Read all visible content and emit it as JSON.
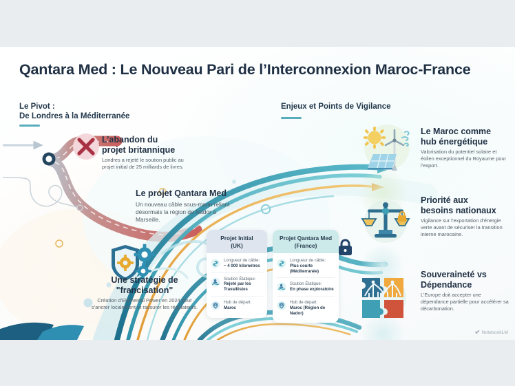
{
  "title": "Qantara Med : Le Nouveau Pari de l’Interconnexion Maroc-France",
  "sections": {
    "left": {
      "line1": "Le Pivot :",
      "line2": "De Londres à la Méditerranée"
    },
    "right": {
      "line1": "Enjeux et Points de Vigilance"
    }
  },
  "left_blocks": [
    {
      "id": "abandon",
      "icon": "x-cross-icon",
      "title_line1": "L’abandon du",
      "title_line2": "projet britannique",
      "body": "Londres a rejeté le soution public au projet initial de 25 milliards de livres."
    },
    {
      "id": "qantara",
      "title_line1": "Le projet Qantara Med",
      "body": "Un nouveau câble sous-marin reliant désormais la région de Nador à Marseille."
    },
    {
      "id": "francisation",
      "icon": "shield-gears-icon",
      "title_line1": "Une stratégie de",
      "title_line2": "\"francisation\"",
      "body": "Création d’Elemental Power en 2024 pour s’ancrer localement et rassurer les régulateurs."
    }
  ],
  "comparison": [
    {
      "id": "uk",
      "head_line1": "Projet Initial",
      "head_line2": "(UK)",
      "rows": [
        {
          "icon": "link-icon",
          "label": "Longueur de câble:",
          "value": "~ 4 000 kilomètres"
        },
        {
          "icon": "hand-support-icon",
          "label": "Soution Étatique:",
          "value": "Rejeté par les Travaillistes"
        },
        {
          "icon": "pin-icon",
          "label": "Hub de départ:",
          "value": "Maroc"
        }
      ]
    },
    {
      "id": "fr",
      "head_line1": "Projet Qantara Med",
      "head_line2": "(France)",
      "rows": [
        {
          "icon": "link-icon",
          "label": "Longueur de câble:",
          "value": "Plus courte (Méditerranée)"
        },
        {
          "icon": "hand-support-icon",
          "label": "Soution Étatique:",
          "value": "En phase exploratoire"
        },
        {
          "icon": "pin-icon",
          "label": "Hub de départ:",
          "value": "Maroc (Région de Nador)"
        }
      ]
    }
  ],
  "right_blocks": [
    {
      "id": "hub",
      "icon": "solar-wind-energy-icon",
      "title_line1": "Le Maroc comme",
      "title_line2": "hub énergétique",
      "body": "Valorisation du potentiel solaire et éolien exceptionnel du Royaume pour l’export."
    },
    {
      "id": "besoins",
      "icon": "balance-scale-icon",
      "title_line1": "Priorité aux",
      "title_line2": "besoins nationaux",
      "body": "Vigilance sur l’exportation d’énergie verte avant de sécuriser la transition interne marocaine."
    },
    {
      "id": "souverainete",
      "icon": "puzzle-bridge-icon",
      "title_line1": "Souveraineté vs",
      "title_line2": "Dépendance",
      "body": "L’Europe doit accepter une dépendance partielle pour accélérer sa décarbonation."
    }
  ],
  "watermark": "NotebookLM",
  "colors": {
    "title": "#1f3044",
    "accent_teal": "#57adba",
    "road_red": "#c9706d",
    "road_gray": "#b7c6d1",
    "ribbon_teal": "#3a9ab2",
    "ribbon_gold": "#e8a844",
    "card_uk": "#dfe5ee",
    "card_fr": "#cdeaea"
  }
}
